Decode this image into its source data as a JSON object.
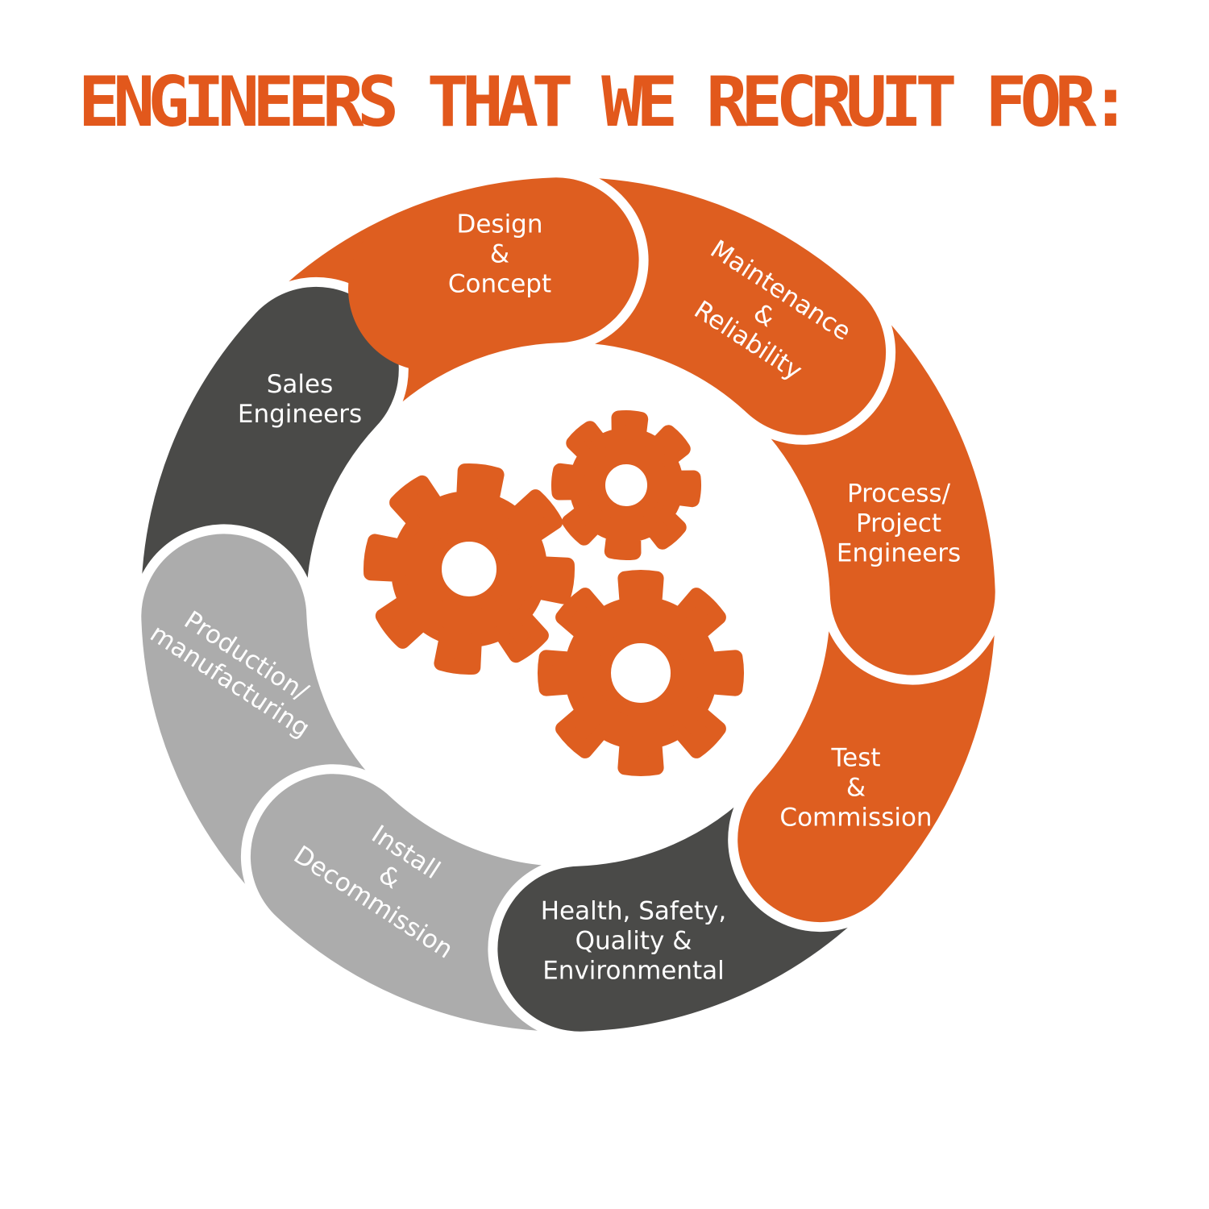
{
  "title": {
    "text": "ENGINEERS THAT WE RECRUIT FOR:",
    "color": "#E2581C"
  },
  "colors": {
    "orange": "#DE5E20",
    "dark_gray": "#4A4A48",
    "light_gray": "#ACACAC",
    "background": "#FFFFFF",
    "label_text": "#FFFFFF"
  },
  "wheel": {
    "segments": [
      {
        "id": "design-concept",
        "color_key": "orange",
        "line1": "Design",
        "line2": "&",
        "line3": "Concept"
      },
      {
        "id": "maintenance-reliability",
        "color_key": "orange",
        "line1": "Maintenance",
        "line2": "&",
        "line3": "Reliability"
      },
      {
        "id": "process-project-engineers",
        "color_key": "orange",
        "line1": "Process/",
        "line2": "Project",
        "line3": "Engineers"
      },
      {
        "id": "test-commission",
        "color_key": "orange",
        "line1": "Test",
        "line2": "&",
        "line3": "Commission"
      },
      {
        "id": "health-safety-quality-environmental",
        "color_key": "dark",
        "line1": "Health, Safety,",
        "line2": "Quality &",
        "line3": "Environmental"
      },
      {
        "id": "install-decommission",
        "color_key": "light",
        "line1": "Install",
        "line2": "&",
        "line3": "Decommission"
      },
      {
        "id": "production-manufacturing",
        "color_key": "light",
        "line1": "Production/",
        "line2": "manufacturing",
        "line3": ""
      },
      {
        "id": "sales-engineers",
        "color_key": "dark",
        "line1": "Sales",
        "line2": "Engineers",
        "line3": ""
      }
    ]
  },
  "center_icon": {
    "name": "gears-icon",
    "gear_count": 3,
    "color_key": "orange"
  }
}
